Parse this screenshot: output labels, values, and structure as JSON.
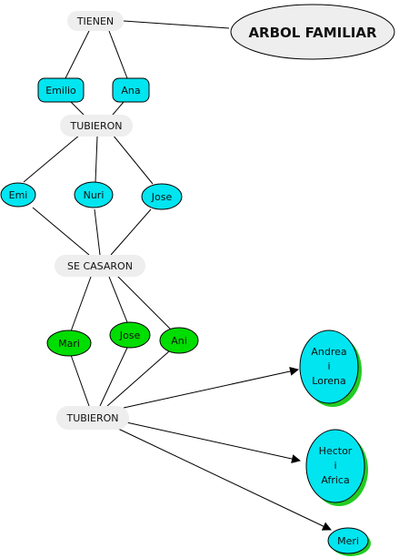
{
  "title": "ARBOL FAMILIAR",
  "links": {
    "l1": "TIENEN",
    "l2": "TUBIERON",
    "l3": "SE CASARON",
    "l4": "TUBIERON"
  },
  "nodes": {
    "emilio": "Emilio",
    "ana": "Ana",
    "emi": "Emi",
    "nuri": "Nuri",
    "jose1": "Jose",
    "mari": "Mari",
    "jose2": "Jose",
    "ani": "Ani",
    "andrea": [
      "Andrea",
      "i",
      "Lorena"
    ],
    "hector": [
      "Hector",
      "i",
      "Africa"
    ],
    "meri": "Meri"
  },
  "colors": {
    "cyan": "#00e5f0",
    "green": "#00dd00",
    "shadow": "#22cc22",
    "link_fill": "#eeeeee",
    "title_fill": "#eeeeee",
    "stroke": "#000000"
  }
}
